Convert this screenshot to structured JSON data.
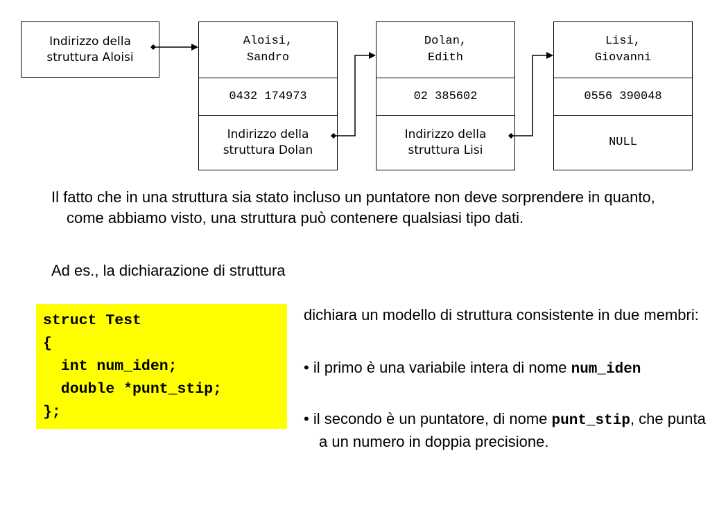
{
  "diagram": {
    "start_label": "Indirizzo della\nstruttura Aloisi",
    "nodes": [
      {
        "name": "Aloisi,\nSandro",
        "phone": "0432 174973",
        "next_label": "Indirizzo della\nstruttura Dolan"
      },
      {
        "name": "Dolan,\nEdith",
        "phone": "02 385602",
        "next_label": "Indirizzo della\nstruttura Lisi"
      },
      {
        "name": "Lisi,\nGiovanni",
        "phone": "0556 390048",
        "next_label": "NULL"
      }
    ]
  },
  "text": {
    "para1": "Il fatto che in una struttura sia stato incluso un puntatore non deve sorprendere in quanto, come abbiamo visto, una struttura può contenere qualsiasi tipo dati.",
    "para2": "Ad es., la dichiarazione di struttura"
  },
  "code": {
    "lines": [
      "struct Test",
      "{",
      "  int num_iden;",
      "  double *punt_stip;",
      "};"
    ],
    "highlight_color": "#ffff00"
  },
  "description": {
    "intro": "dichiara un modello di struttura consistente in due membri:",
    "bullet_char": "•",
    "bullet1_text": "il primo è una variabile intera di nome",
    "bullet1_code": "num_iden",
    "bullet2_text": "il secondo è un puntatore, di nome",
    "bullet2_code": "punt_stip",
    "bullet2_rest": ", che punta a un numero in doppia precisione."
  }
}
